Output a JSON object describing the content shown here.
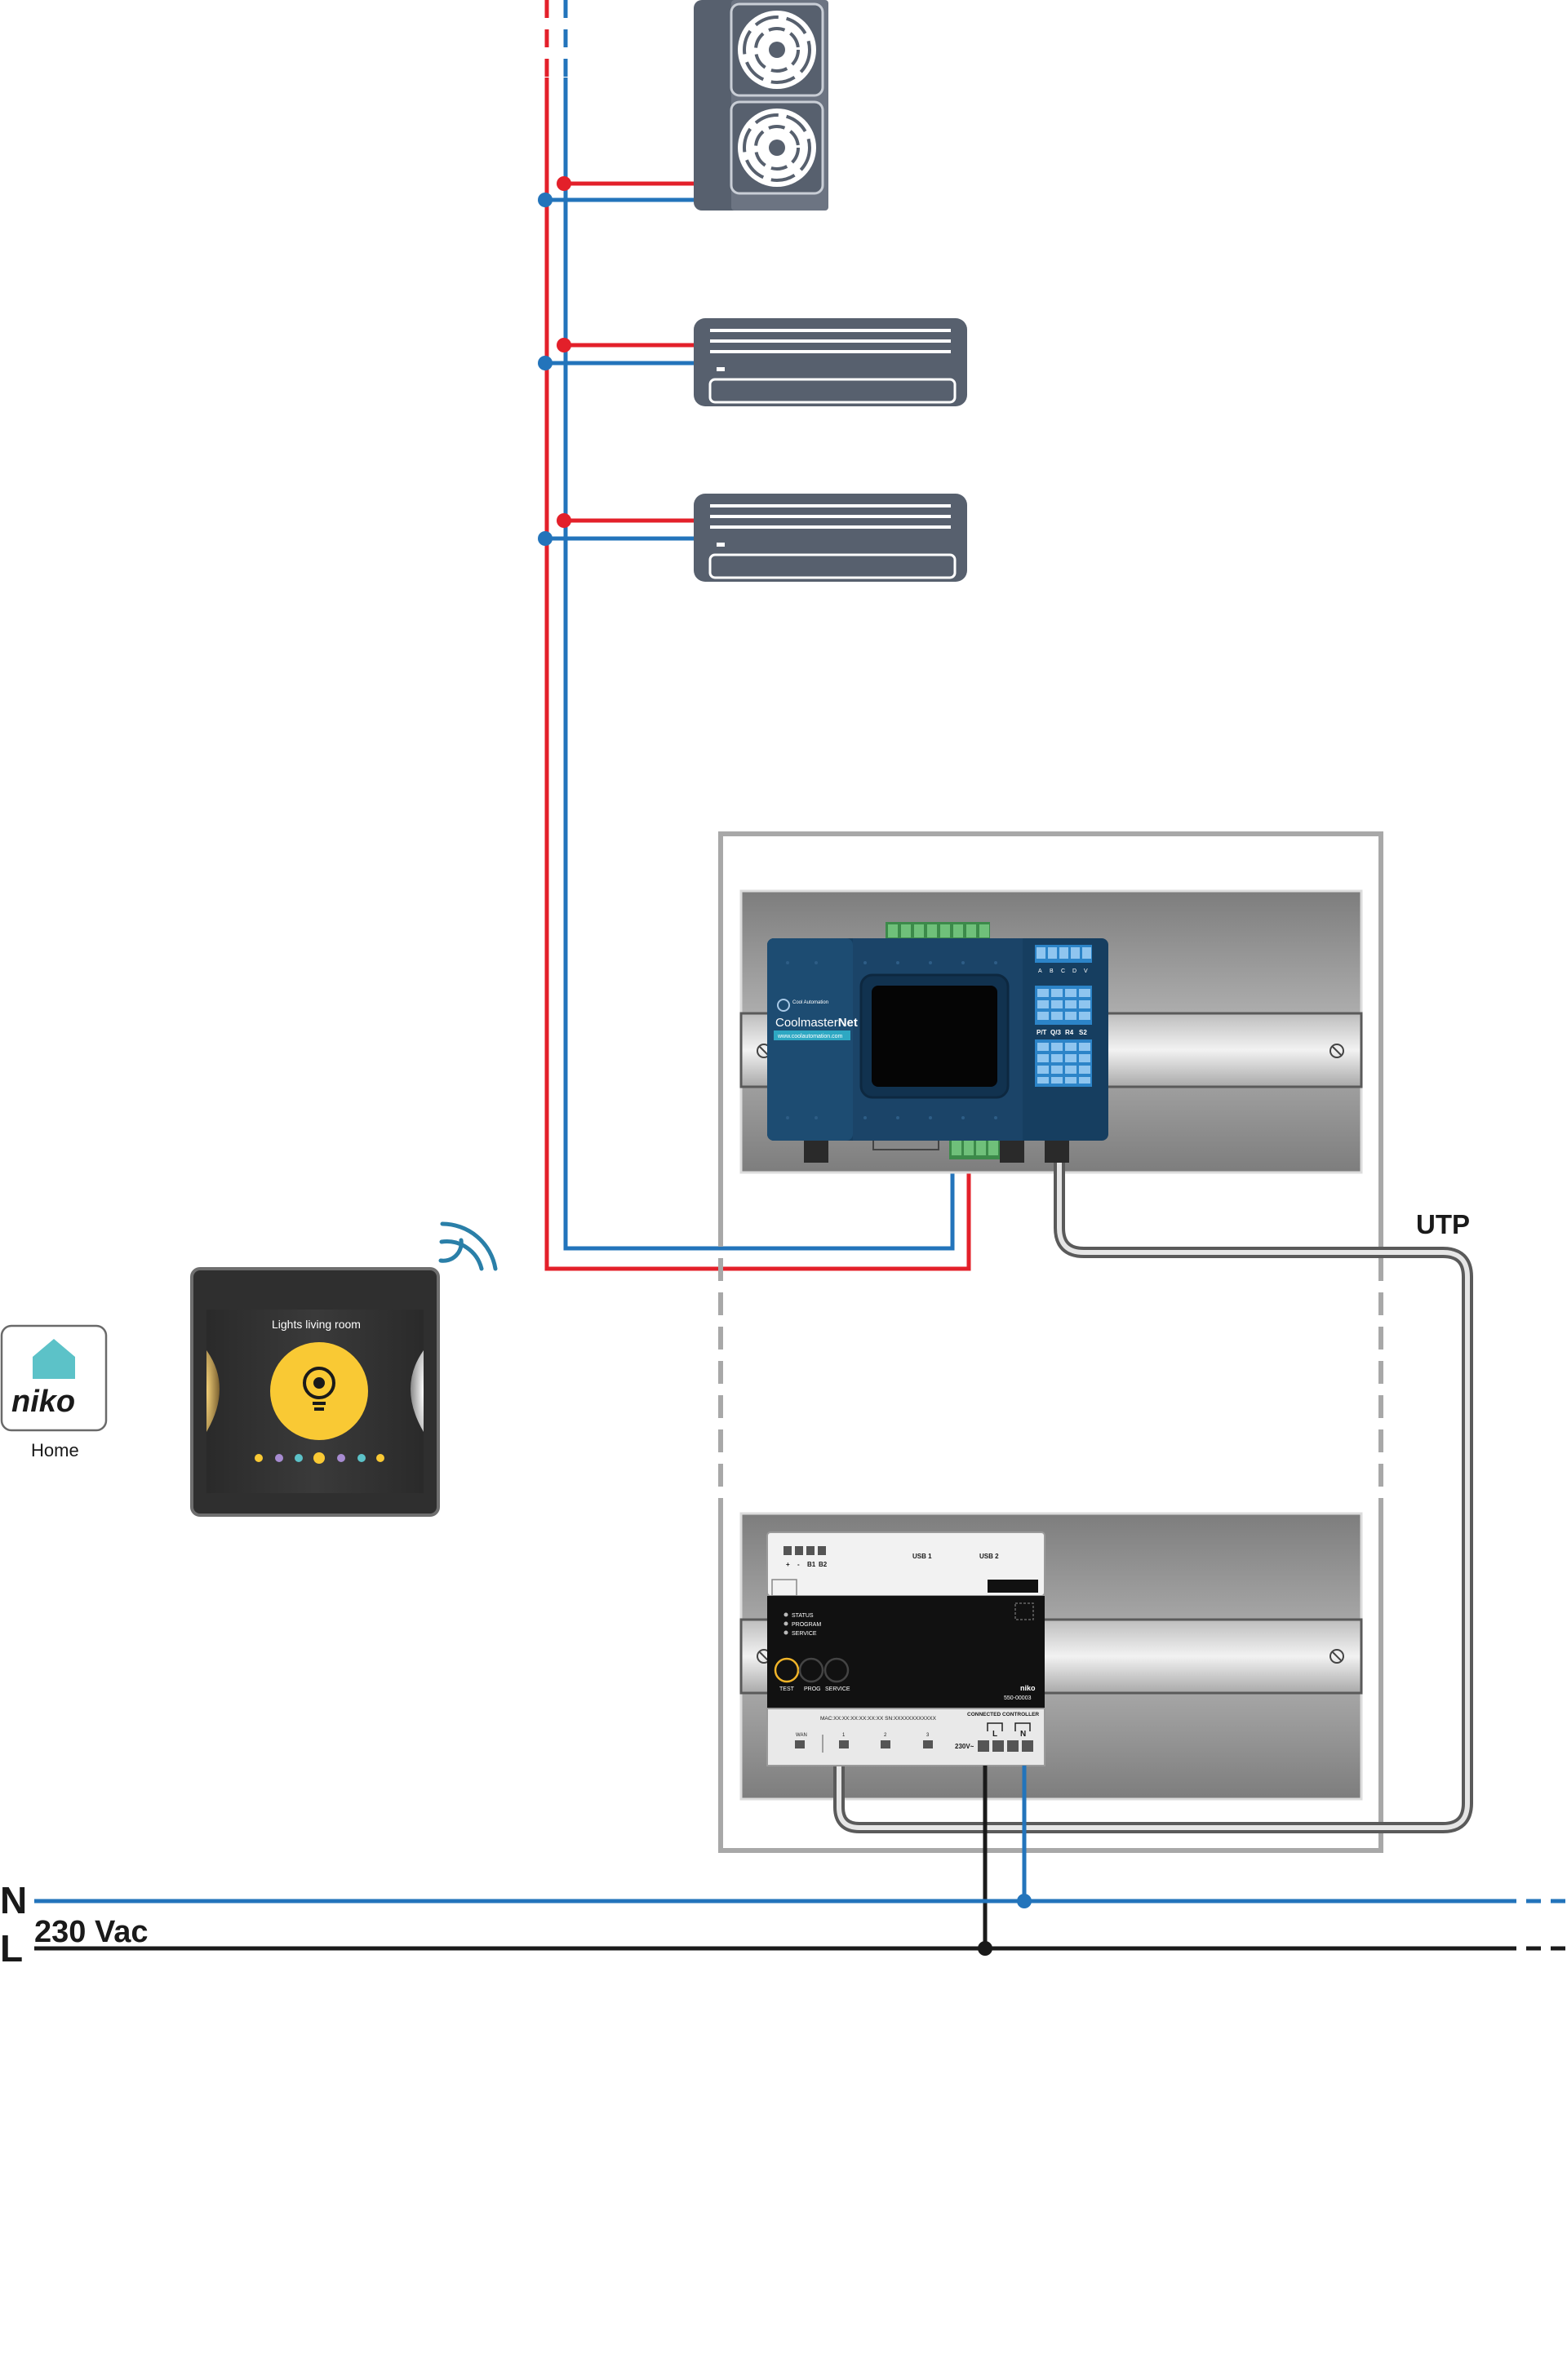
{
  "labels": {
    "neutral": "N",
    "line": "L",
    "voltage": "230 Vac",
    "utp": "UTP"
  },
  "app": {
    "name": "Home",
    "brand": "niko"
  },
  "touchscreen": {
    "title": "Lights living room"
  },
  "coolmaster": {
    "brand_small": "Cool\nAutomation",
    "name_plain": "Coolmaster",
    "name_bold": "Net",
    "url": "www.coolautomation.com",
    "terminal_letters": [
      "A",
      "B",
      "C",
      "D",
      "V"
    ],
    "port_labels": [
      "P/T",
      "Q/3",
      "R4",
      "S2"
    ]
  },
  "controller": {
    "top_terminals": [
      "+",
      "-",
      "B1",
      "B2"
    ],
    "usb1": "USB 1",
    "usb2": "USB 2",
    "leds": [
      "STATUS",
      "PROGRAM",
      "SERVICE"
    ],
    "buttons": [
      "TEST",
      "PROG",
      "SERVICE"
    ],
    "brand": "niko",
    "model": "550-00003",
    "mac": "MAC:XX:XX:XX:XX:XX:XX   SN:XXXXXXXXXXXX",
    "product": "CONNECTED CONTROLLER",
    "eth_ports": [
      "WAN",
      "1",
      "2",
      "3"
    ],
    "power_label": "230V~",
    "power_terminals": [
      "L",
      "N"
    ]
  },
  "colors": {
    "red": "#e3202a",
    "blue": "#2374bb",
    "unit": "#57606e",
    "black": "#1a1a1a",
    "grey_cable": "#5a5a5a",
    "teal": "#5cc2c8",
    "yellow": "#f9c934",
    "coolmaster_blue": "#163e60"
  }
}
